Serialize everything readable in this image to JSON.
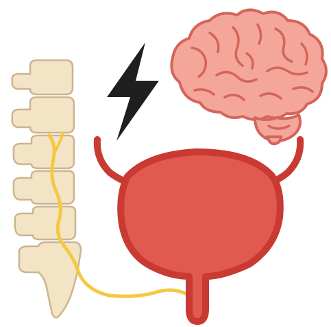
{
  "illustration": {
    "elements": [
      {
        "name": "spine-icon",
        "label": "spine"
      },
      {
        "name": "lightning-bolt-icon",
        "label": "lightning bolt"
      },
      {
        "name": "brain-icon",
        "label": "brain"
      },
      {
        "name": "bladder-icon",
        "label": "bladder"
      },
      {
        "name": "nerve-line-icon",
        "label": "nerve"
      }
    ]
  },
  "colors": {
    "background": "#ffffff",
    "bone_fill": "#f3e4c6",
    "bone_outline": "#cdb38f",
    "nerve": "#f5c842",
    "bolt": "#1f1f1f",
    "brain_fill": "#f4a69a",
    "brain_outline": "#d4655a",
    "bladder_fill": "#e05a50",
    "bladder_outline": "#c93a33"
  }
}
